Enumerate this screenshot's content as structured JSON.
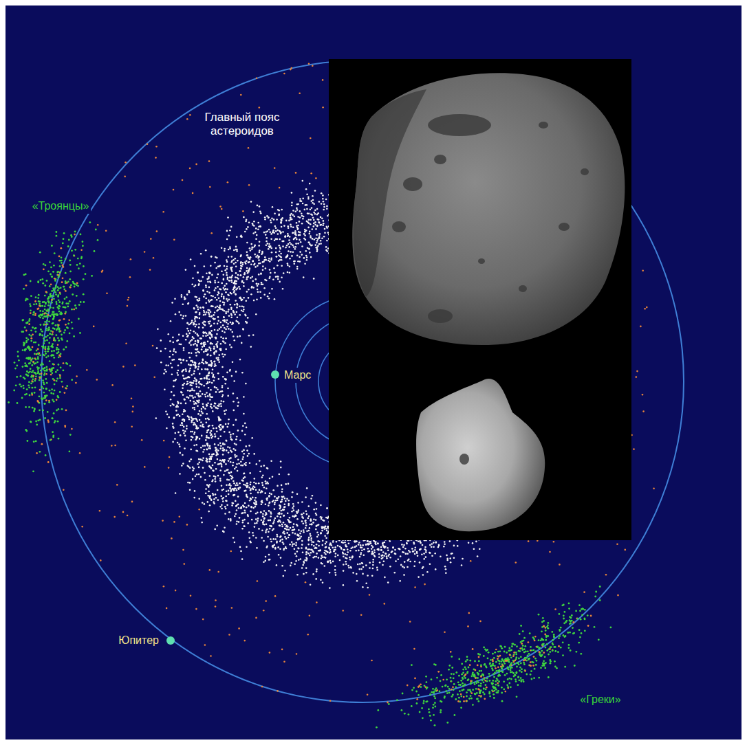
{
  "diagram": {
    "labels": [
      "Главный пояс астероидов",
      "«Троянцы»",
      "Марс",
      "Юпитер",
      "«Греки»"
    ]
  }
}
